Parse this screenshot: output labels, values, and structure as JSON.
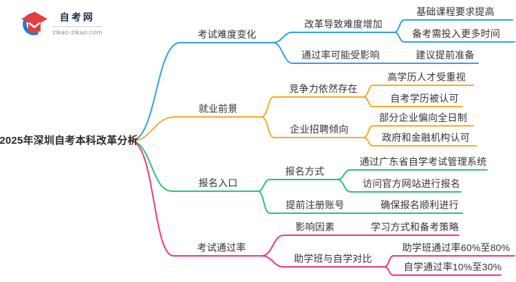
{
  "logo": {
    "site_name": "自考网",
    "site_url": "zikao-zikao.com",
    "colors": {
      "swoosh": "#1e7ecc",
      "cap": "#e23e41"
    }
  },
  "mindmap": {
    "root": {
      "label": "2025年深圳自考本科改革分析"
    },
    "branches": [
      {
        "label": "考试难度变化",
        "color": "#2e9bf5",
        "children": [
          {
            "label": "改革导致难度增加",
            "children": [
              {
                "label": "基础课程要求提高"
              },
              {
                "label": "备考需投入更多时间"
              }
            ]
          },
          {
            "label": "通过率可能受影响",
            "children": [
              {
                "label": "建议提前准备"
              }
            ]
          }
        ]
      },
      {
        "label": "就业前景",
        "color": "#f7a823",
        "children": [
          {
            "label": "竞争力依然存在",
            "children": [
              {
                "label": "高学历人才受重视"
              },
              {
                "label": "自考学历被认可"
              }
            ]
          },
          {
            "label": "企业招聘倾向",
            "children": [
              {
                "label": "部分企业偏向全日制"
              },
              {
                "label": "政府和金融机构认可"
              }
            ]
          }
        ]
      },
      {
        "label": "报名入口",
        "color": "#27c46d",
        "children": [
          {
            "label": "报名方式",
            "children": [
              {
                "label": "通过广东省自学考试管理系统"
              },
              {
                "label": "访问官方网站进行报名"
              }
            ]
          },
          {
            "label": "提前注册账号",
            "children": [
              {
                "label": "确保报名顺利进行"
              }
            ]
          }
        ]
      },
      {
        "label": "考试通过率",
        "color": "#f5317f",
        "children": [
          {
            "label": "影响因素",
            "children": [
              {
                "label": "学习方式和备考策略"
              }
            ]
          },
          {
            "label": "助学班与自学对比",
            "children": [
              {
                "label": "助学班通过率60%至80%"
              },
              {
                "label": "自学通过率10%至30%"
              }
            ]
          }
        ]
      }
    ]
  }
}
